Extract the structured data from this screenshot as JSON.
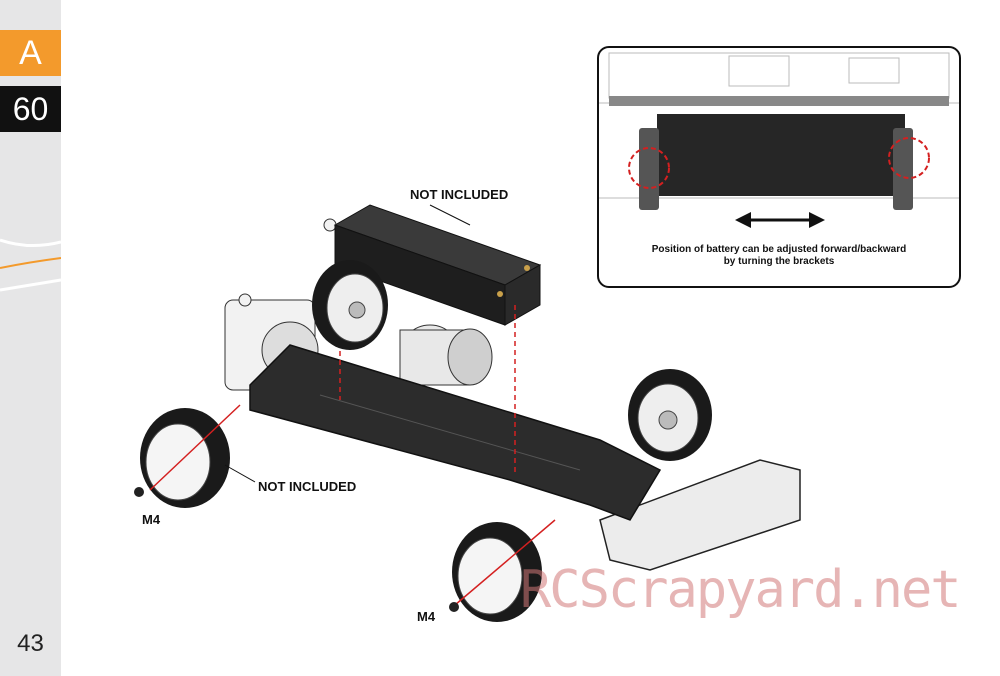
{
  "sidebar": {
    "section_letter": "A",
    "step_number": "60",
    "page_number": "43",
    "tab_color": "#f39a2c"
  },
  "main": {
    "battery_label": "NOT INCLUDED",
    "wheel_label": "NOT INCLUDED",
    "screw_rear": "M4",
    "screw_front": "M4"
  },
  "inset": {
    "caption_line1": "Position of battery can be adjusted forward/backward",
    "caption_line2": "by turning the brackets"
  },
  "watermark": "RCScrapyard.net"
}
